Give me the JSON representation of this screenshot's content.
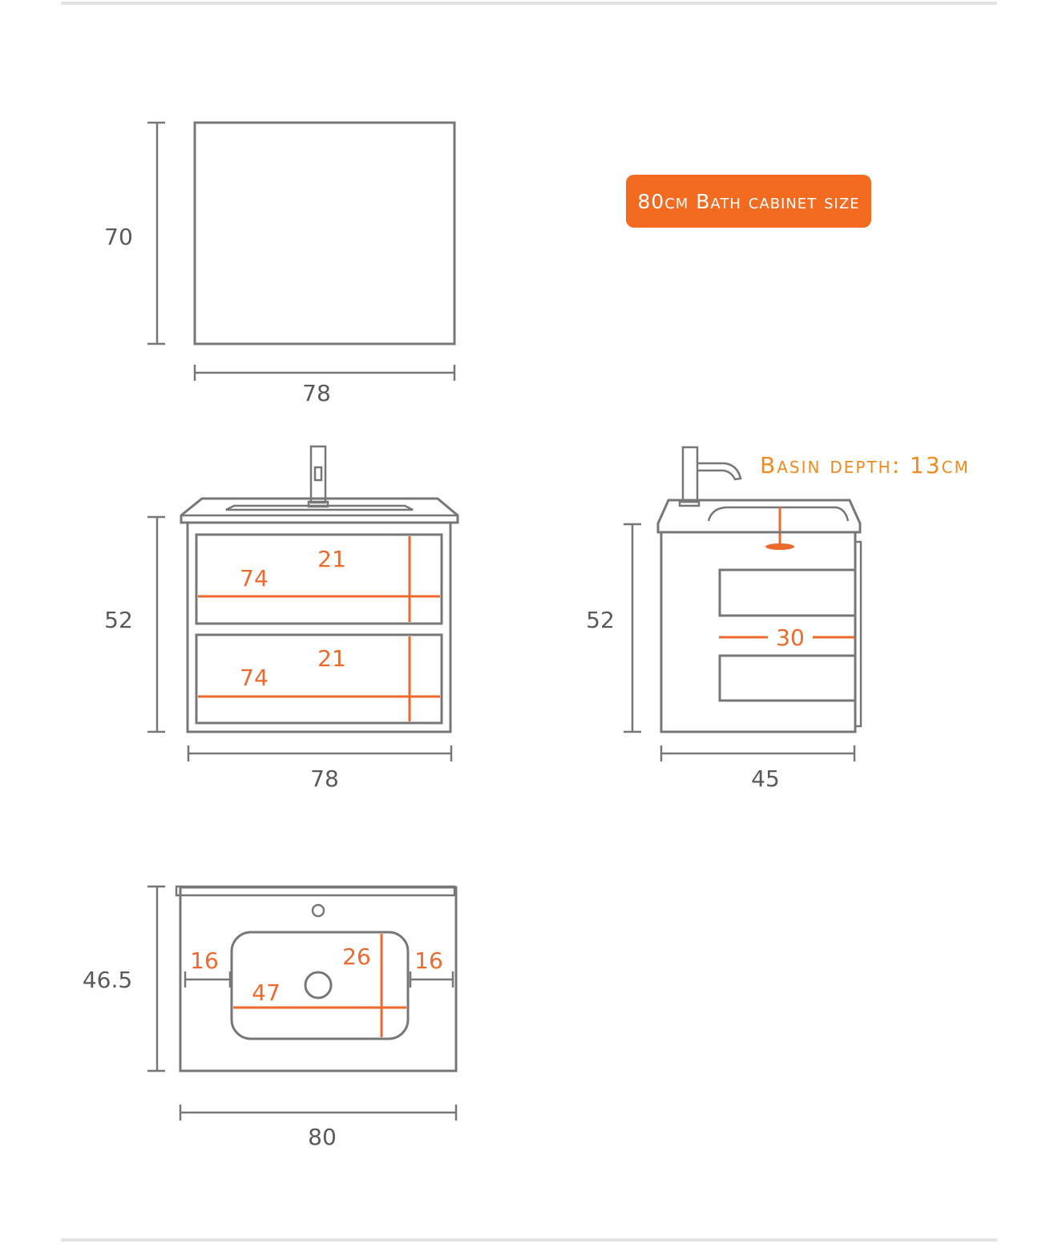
{
  "title": "80cm Bath cabinet size",
  "basin_depth_label": "Basin depth: 13cm",
  "colors": {
    "accent": "#ee6a2c",
    "badge": "#f26b21",
    "line": "#777777",
    "text": "#5a5a5a"
  },
  "mirror": {
    "height": "70",
    "width": "78"
  },
  "cabinet_front": {
    "height": "52",
    "width": "78",
    "drawer_top": {
      "width": "74",
      "height": "21"
    },
    "drawer_bottom": {
      "width": "74",
      "height": "21"
    }
  },
  "cabinet_side": {
    "height": "52",
    "depth": "45",
    "drawer_depth": "30"
  },
  "basin_top": {
    "depth": "46.5",
    "width": "80",
    "bowl_width": "47",
    "bowl_depth": "26",
    "margin_left": "16",
    "margin_right": "16"
  }
}
